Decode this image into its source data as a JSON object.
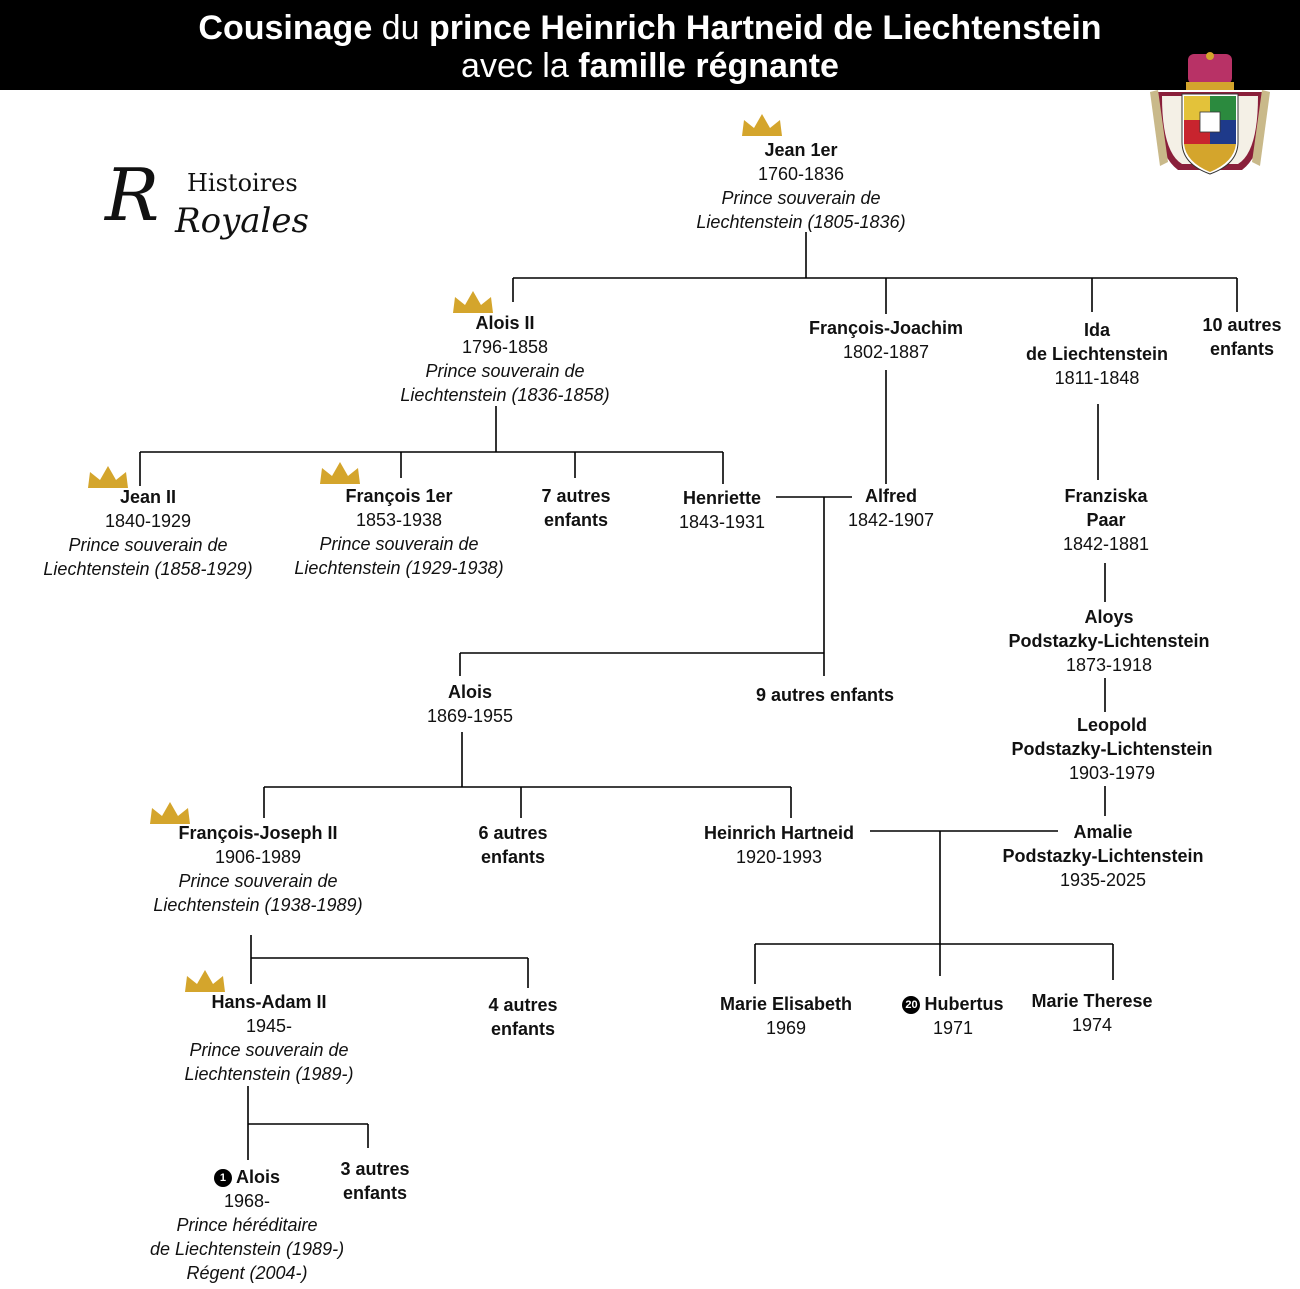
{
  "header": {
    "line1_bold_a": "Cousinage",
    "line1_normal": " du ",
    "line1_bold_b": "prince Heinrich Hartneid de Liechtenstein",
    "line2_normal": "avec la ",
    "line2_bold": "famille régnante"
  },
  "logo": {
    "word1": "Histoires",
    "word2": "Royales",
    "initial": "R"
  },
  "colors": {
    "header_bg": "#000000",
    "crown": "#d4a52c",
    "line": "#000000"
  },
  "icons": {
    "crown": "crown-icon",
    "coat": "coat-of-arms-icon",
    "badge": "number-badge-icon"
  },
  "nodes": {
    "jean1": {
      "name": "Jean 1er",
      "dates": "1760-1836",
      "title1": "Prince souverain de",
      "title2": "Liechtenstein (1805-1836)"
    },
    "alois2": {
      "name": "Alois II",
      "dates": "1796-1858",
      "title1": "Prince souverain de",
      "title2": "Liechtenstein (1836-1858)"
    },
    "francois_joachim": {
      "name": "François-Joachim",
      "dates": "1802-1887"
    },
    "ida": {
      "name1": "Ida",
      "name2": "de Liechtenstein",
      "dates": "1811-1848"
    },
    "autres10": {
      "line1": "10 autres",
      "line2": "enfants"
    },
    "jean2": {
      "name": "Jean II",
      "dates": "1840-1929",
      "title1": "Prince souverain de",
      "title2": "Liechtenstein (1858-1929)"
    },
    "francois1": {
      "name": "François 1er",
      "dates": "1853-1938",
      "title1": "Prince souverain de",
      "title2": "Liechtenstein (1929-1938)"
    },
    "autres7": {
      "line1": "7 autres",
      "line2": "enfants"
    },
    "henriette": {
      "name": "Henriette",
      "dates": "1843-1931"
    },
    "alfred": {
      "name": "Alfred",
      "dates": "1842-1907"
    },
    "franziska": {
      "name1": "Franziska",
      "name2": "Paar",
      "dates": "1842-1881"
    },
    "aloys": {
      "name1": "Aloys",
      "name2": "Podstazky-Lichtenstein",
      "dates": "1873-1918"
    },
    "alois_1869": {
      "name": "Alois",
      "dates": "1869-1955"
    },
    "autres9": {
      "line1": "9 autres enfants"
    },
    "leopold": {
      "name1": "Leopold",
      "name2": "Podstazky-Lichtenstein",
      "dates": "1903-1979"
    },
    "fj2": {
      "name": "François-Joseph II",
      "dates": "1906-1989",
      "title1": "Prince souverain de",
      "title2": "Liechtenstein (1938-1989)"
    },
    "autres6": {
      "line1": "6 autres",
      "line2": "enfants"
    },
    "heinrich": {
      "name": "Heinrich Hartneid",
      "dates": "1920-1993"
    },
    "amalie": {
      "name1": "Amalie",
      "name2": "Podstazky-Lichtenstein",
      "dates": "1935-2025"
    },
    "hansadam": {
      "name": "Hans-Adam II",
      "dates": "1945-",
      "title1": "Prince souverain de",
      "title2": "Liechtenstein (1989-)"
    },
    "autres4": {
      "line1": "4 autres",
      "line2": "enfants"
    },
    "marie_elisabeth": {
      "name": "Marie Elisabeth",
      "dates": "1969"
    },
    "hubertus": {
      "badge": "20",
      "name": "Hubertus",
      "dates": "1971"
    },
    "marie_therese": {
      "name": "Marie Therese",
      "dates": "1974"
    },
    "alois_1968": {
      "badge": "1",
      "name": "Alois",
      "dates": "1968-",
      "title1": "Prince héréditaire",
      "title2": "de Liechtenstein (1989-)",
      "title3": "Régent (2004-)"
    },
    "autres3": {
      "line1": "3 autres",
      "line2": "enfants"
    }
  }
}
